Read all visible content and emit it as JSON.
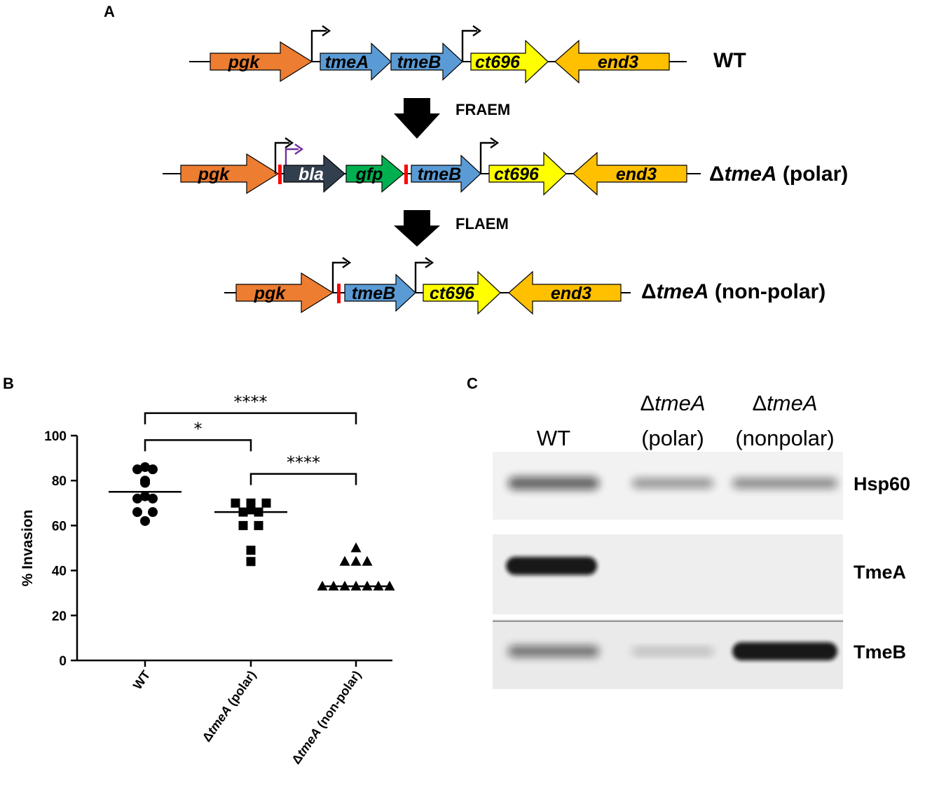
{
  "panel_a": {
    "panel_label": "A",
    "wt_row": {
      "genes": [
        "pgk",
        "tmeA",
        "tmeB",
        "ct696",
        "end3"
      ],
      "strain_label": "WT"
    },
    "step1_label": "FRAEM",
    "polar_row": {
      "genes": [
        "pgk",
        "bla",
        "gfp",
        "tmeB",
        "ct696",
        "end3"
      ],
      "strain_symbol": "Δ",
      "strain_gene": "tmeA",
      "strain_suffix": " (polar)"
    },
    "step2_label": "FLAEM",
    "nonpolar_row": {
      "genes": [
        "pgk",
        "tmeB",
        "ct696",
        "end3"
      ],
      "strain_symbol": "Δ",
      "strain_gene": "tmeA",
      "strain_suffix": " (non-polar)"
    },
    "colors": {
      "pgk": "#ED7D31",
      "tme": "#5B9BD5",
      "ct696": "#FFFF00",
      "end3": "#FFC000",
      "bla": "#323F4F",
      "gfp": "#00B050",
      "scar": "#FF0000",
      "promoter": "#000000",
      "bla_promoter": "#7030A0"
    }
  },
  "panel_b": {
    "panel_label": "B",
    "chart_data": {
      "type": "scatter",
      "ylabel": "% Invasion",
      "ylim": [
        0,
        100
      ],
      "yticks": [
        0,
        20,
        40,
        60,
        80,
        100
      ],
      "categories": [
        "WT",
        "ΔtmeA (polar)",
        "ΔtmeA (non-polar)"
      ],
      "category_parts": [
        {
          "symbol": "",
          "gene": "",
          "rest": "WT"
        },
        {
          "symbol": "Δ",
          "gene": "tmeA",
          "rest": " (polar)"
        },
        {
          "symbol": "Δ",
          "gene": "tmeA",
          "rest": " (non-polar)"
        }
      ],
      "series": [
        {
          "marker": "circle",
          "mean": 75,
          "values": [
            86,
            85,
            85,
            80,
            79,
            73,
            72,
            72,
            66,
            66,
            62
          ]
        },
        {
          "marker": "square",
          "mean": 66,
          "values": [
            70,
            70,
            70,
            67,
            66,
            66,
            60,
            60,
            49,
            44
          ]
        },
        {
          "marker": "triangle",
          "mean": 33,
          "values": [
            50,
            44,
            44,
            44,
            33,
            33,
            33,
            33,
            33,
            33,
            33
          ]
        }
      ],
      "significance": [
        {
          "from": 0,
          "to": 2,
          "label": "****",
          "level": 110
        },
        {
          "from": 0,
          "to": 1,
          "label": "*",
          "level": 98
        },
        {
          "from": 1,
          "to": 2,
          "label": "****",
          "level": 83
        }
      ]
    }
  },
  "panel_c": {
    "panel_label": "C",
    "lanes": [
      {
        "line1": "WT",
        "line2": ""
      },
      {
        "line1": "ΔtmeA",
        "line2": "(polar)"
      },
      {
        "line1": "ΔtmeA",
        "line2": "(nonpolar)"
      }
    ],
    "blots": [
      {
        "label": "Hsp60",
        "intensities": [
          0.55,
          0.3,
          0.35
        ]
      },
      {
        "label": "TmeA",
        "intensities": [
          1.0,
          0,
          0
        ]
      },
      {
        "label": "TmeB",
        "intensities": [
          0.45,
          0.08,
          1.0
        ]
      }
    ]
  }
}
